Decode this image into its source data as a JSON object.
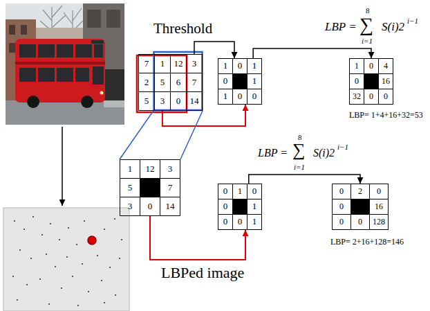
{
  "diagram": {
    "nodes": [
      {
        "text": [
          "7",
          "1",
          "12",
          "3",
          "2",
          "5",
          "6",
          "7",
          "5",
          "3",
          "0",
          "14"
        ]
      },
      {
        "text": [
          "1",
          "0",
          "1",
          "0",
          "1",
          "1",
          "0",
          "0"
        ]
      },
      {
        "text": [
          "1",
          "0",
          "4",
          "0",
          "16",
          "32",
          "0",
          "0"
        ]
      },
      {
        "text": [
          "1",
          "12",
          "3",
          "5",
          "7",
          "3",
          "0",
          "14"
        ]
      },
      {
        "text": [
          "0",
          "1",
          "0",
          "0",
          "1",
          "0",
          "0",
          "1"
        ]
      },
      {
        "text": [
          "0",
          "2",
          "0",
          "0",
          "16",
          "0",
          "0",
          "128"
        ]
      }
    ],
    "edges": [
      {
        "from": 0,
        "to": 1,
        "arrow": "to"
      },
      {
        "from": 0,
        "to": 1,
        "arrow": "to"
      },
      {
        "from": 1,
        "to": 2,
        "arrow": "to"
      },
      {
        "from": 0,
        "to": 3,
        "arrow": "none"
      },
      {
        "from": 3,
        "to": 4,
        "arrow": "to"
      },
      {
        "from": 4,
        "to": 5,
        "arrow": "to"
      }
    ],
    "labels": [
      "Threshold",
      "LBP =",
      "∑",
      "8",
      "i=1",
      "S(i)2",
      "i−1",
      "LBP= 1+4+16+32=53",
      "LBP =",
      "∑",
      "8",
      "i=1",
      "S(i)2",
      "i−1",
      "LBP= 2+16+128=146",
      "LBPed image"
    ]
  }
}
